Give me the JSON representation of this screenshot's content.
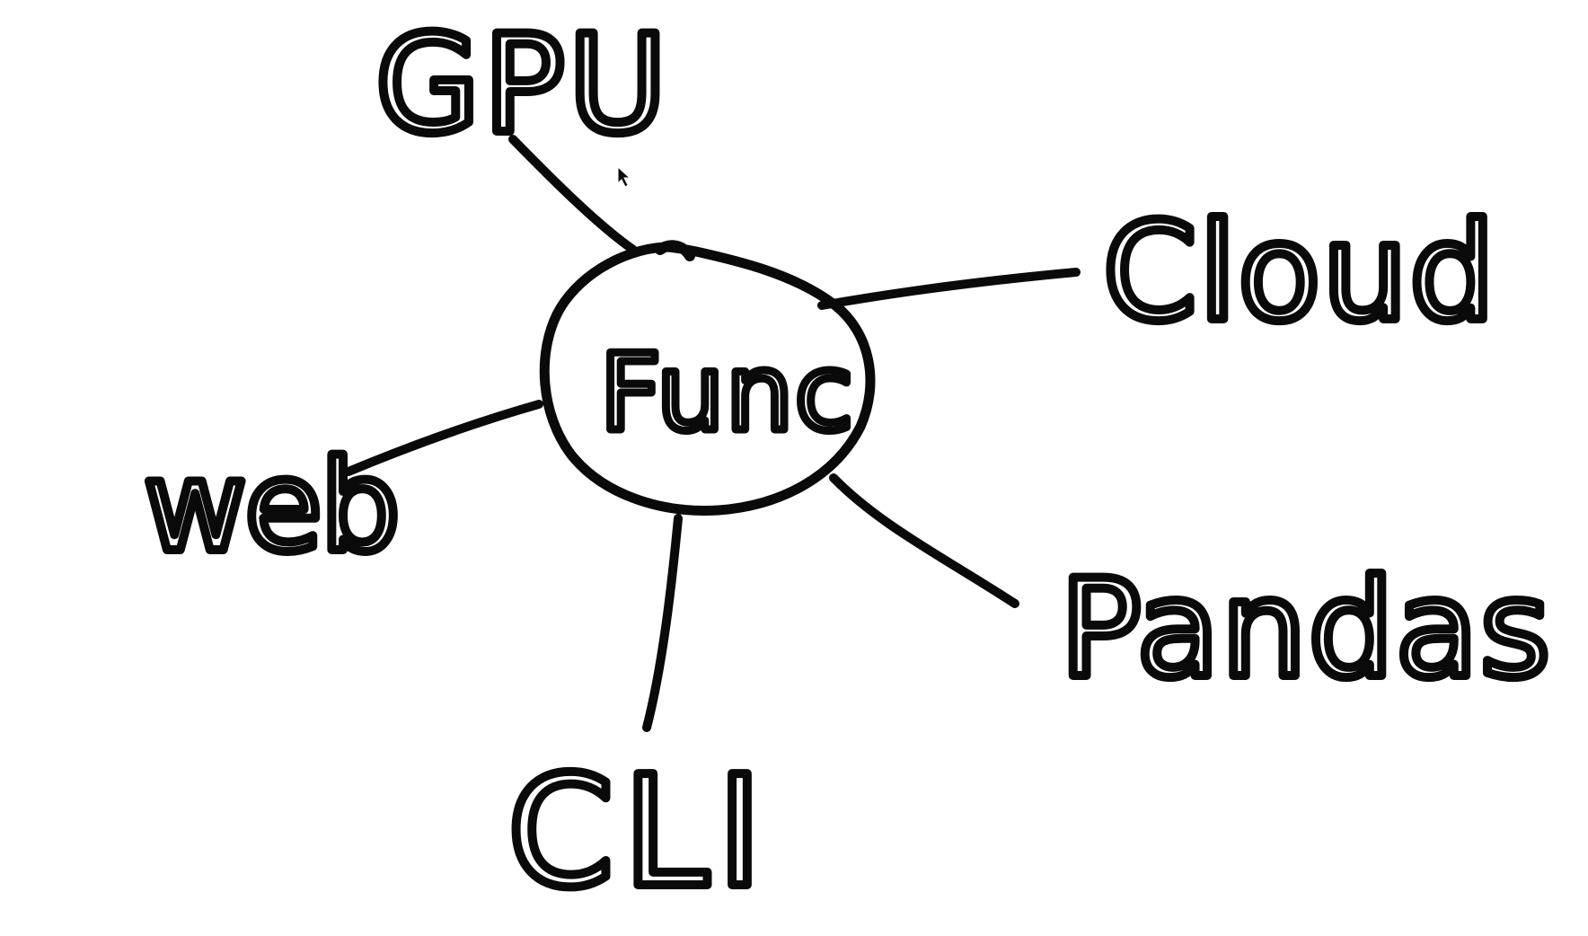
{
  "diagram": {
    "center_label": "Func",
    "branches": [
      {
        "id": "gpu",
        "label": "GPU"
      },
      {
        "id": "cloud",
        "label": "Cloud"
      },
      {
        "id": "web",
        "label": "web"
      },
      {
        "id": "pandas",
        "label": "Pandas"
      },
      {
        "id": "cli",
        "label": "CLI"
      }
    ]
  },
  "colors": {
    "ink": "#0a0a0a",
    "background": "#ffffff"
  },
  "icons": {
    "cursor": "mouse-pointer-icon"
  }
}
